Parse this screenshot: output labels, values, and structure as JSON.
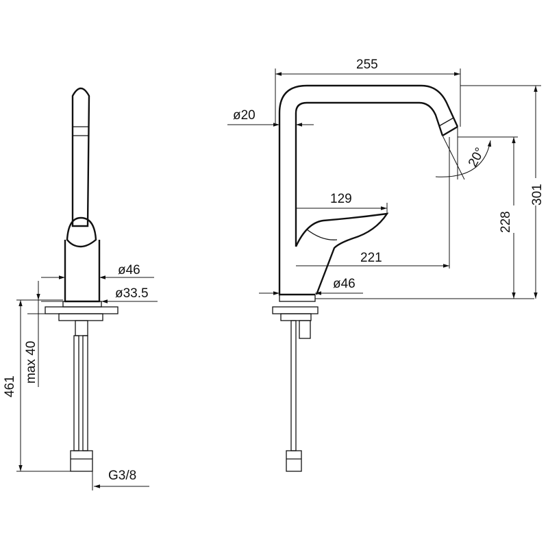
{
  "dimensions": {
    "width_total": "255",
    "pipe_diameter": "ø20",
    "angle": "20°",
    "handle_reach": "129",
    "spout_reach": "221",
    "base_diameter_side": "ø46",
    "height_spout": "228",
    "height_total": "301",
    "base_diameter_front": "ø46",
    "inner_diameter": "ø33.5",
    "max_thickness": "max 40",
    "hose_length": "461",
    "thread": "G3/8"
  }
}
